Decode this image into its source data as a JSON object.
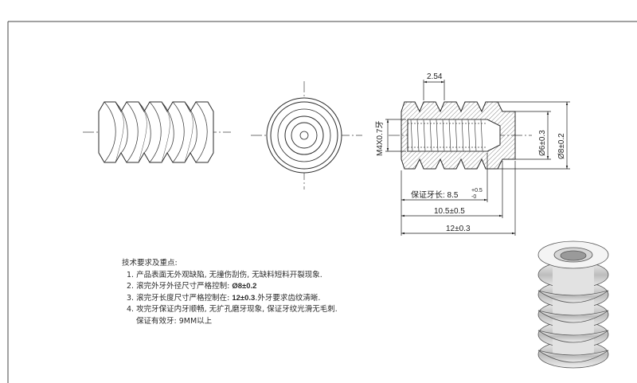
{
  "dimensions": {
    "pitch_width": "2.54",
    "thread": "M4X0.7牙",
    "inner_dia": "Ø6±0.3",
    "outer_dia": "Ø8±0.2",
    "effective_thread_prefix": "保证牙长: 8.5",
    "effective_thread_tol_upper": "+0.5",
    "effective_thread_tol_lower": "-0",
    "thread_length": "10.5±0.5",
    "total_length": "12±0.3"
  },
  "notes": {
    "heading": "技术要求及重点:",
    "items": [
      {
        "num": "1.",
        "text": "产品表面无外观缺陷, 无撞伤刮伤, 无缺料短料开裂现象."
      },
      {
        "num": "2.",
        "text": "滚完外牙外径尺寸严格控制: ",
        "bold": "Ø8±0.2",
        "after": ""
      },
      {
        "num": "3.",
        "text": "滚完牙长度尺寸严格控制在: ",
        "bold": "12±0.3",
        "after": ".外牙要求齿纹清晰."
      },
      {
        "num": "4.",
        "text": "攻完牙保证内牙顺畅, 无扩孔磨牙现象, 保证牙纹光滑无毛刺."
      }
    ],
    "extra": "保证有效牙: 9MM以上"
  },
  "colors": {
    "line": "#2a2a2a",
    "shade": "#c9c9c9",
    "paper": "#ffffff"
  }
}
